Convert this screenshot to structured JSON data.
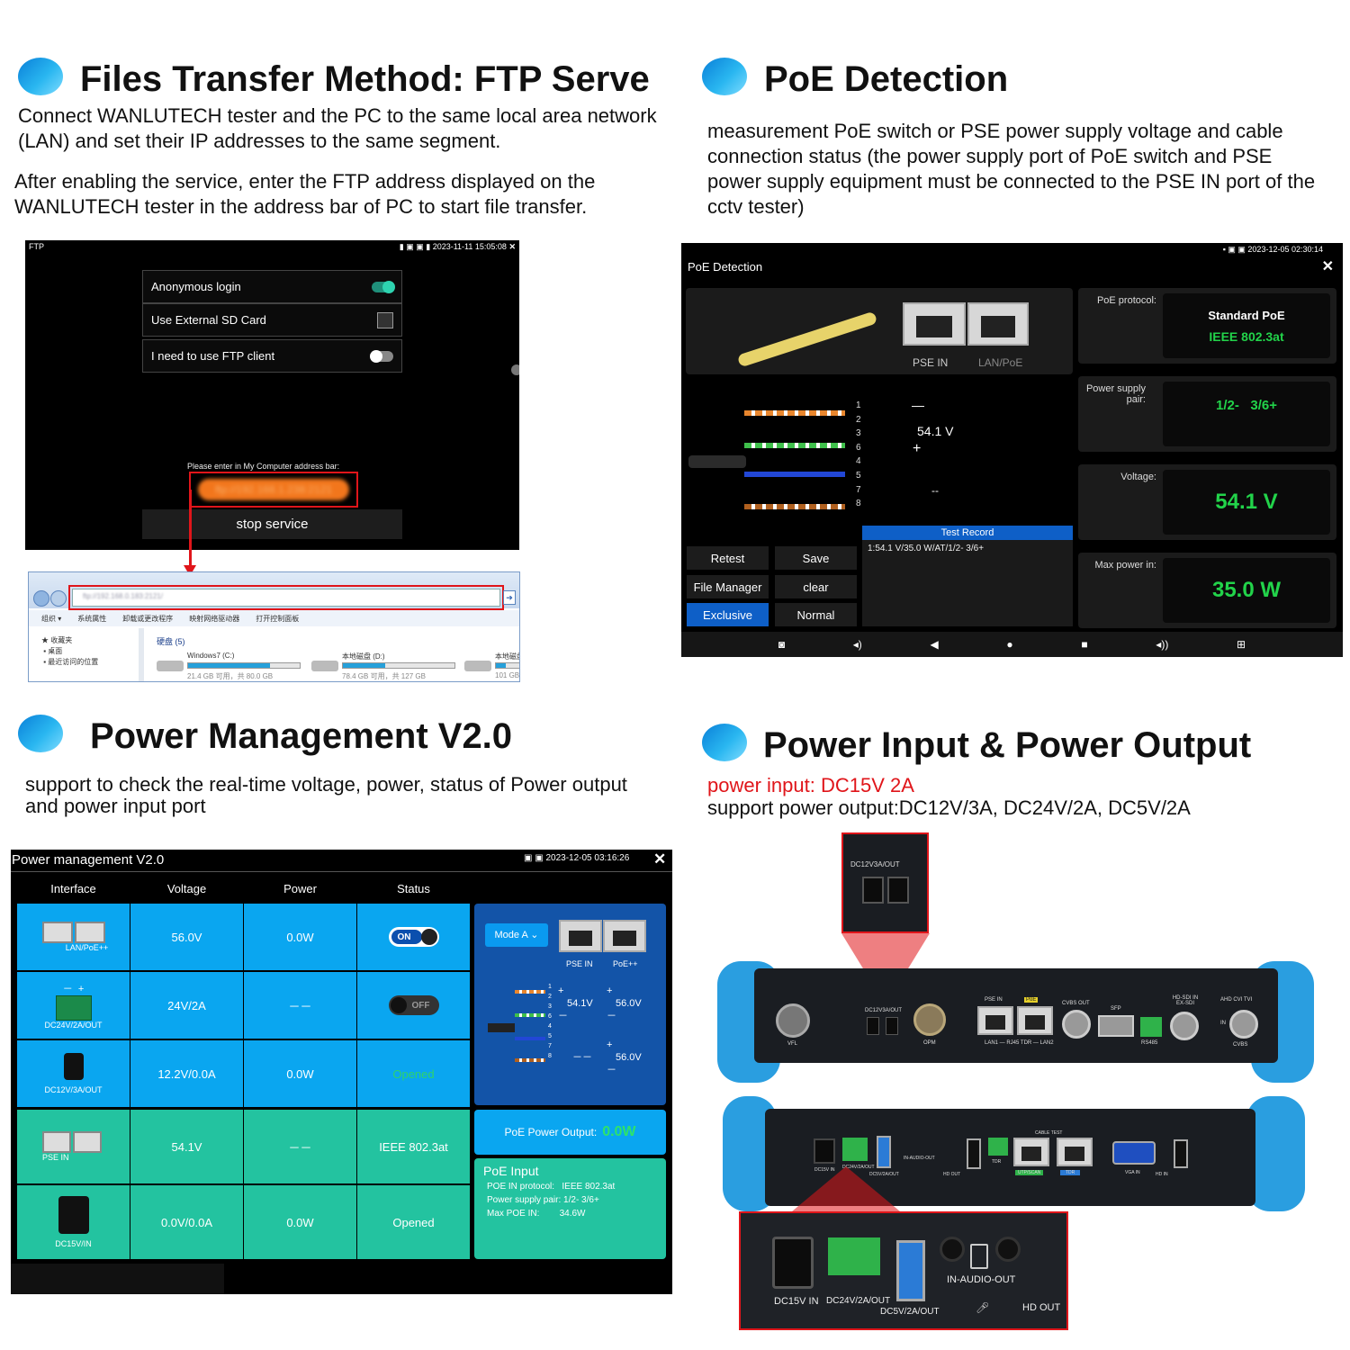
{
  "ftp_section": {
    "title": "Files Transfer Method: FTP Serve",
    "para1": "Connect WANLUTECH tester and the PC to the same local area network (LAN) and set their IP addresses to the same segment.",
    "para2": "After enabling the service, enter the FTP address displayed on the WANLUTECH tester in the address bar of PC to start file transfer.",
    "screen": {
      "title": "FTP",
      "datetime": "2023-11-11 15:05:08",
      "options": [
        {
          "label": "Anonymous login",
          "control": "toggle-on"
        },
        {
          "label": "Use External SD Card",
          "control": "checkbox"
        },
        {
          "label": "I need to use FTP client",
          "control": "toggle-off"
        }
      ],
      "prompt": "Please enter in  My Computer address bar:",
      "address": "ftp://192.168.1.238:2121",
      "stop_button": "stop service"
    },
    "explorer": {
      "address": "ftp://192.168.0.183:2121/",
      "toolbar": [
        "组织 ▾",
        "系统属性",
        "卸载或更改程序",
        "映射网络驱动器",
        "打开控制面板"
      ],
      "nav": [
        "收藏夹",
        "桌面",
        "最近访问的位置"
      ],
      "group": "硬盘 (5)",
      "drives": [
        {
          "name": "Windows7 (C:)",
          "info": "21.4 GB 可用，共 80.0 GB",
          "fill": 0.73
        },
        {
          "name": "本地磁盘 (D:)",
          "info": "78.4 GB 可用，共 127 GB",
          "fill": 0.38
        },
        {
          "name": "本地磁盘",
          "info": "101 GB",
          "fill": 0.3
        }
      ]
    }
  },
  "poe_section": {
    "title": "PoE Detection",
    "para": "measurement PoE switch or PSE power supply voltage and cable connection status (the power supply port of PoE switch and PSE power supply equipment must be connected to the PSE IN port of the cctv tester)",
    "screen": {
      "datetime": "2023-12-05 02:30:14",
      "title": "PoE Detection",
      "port_labels": [
        "PSE IN",
        "LAN/PoE"
      ],
      "pins": [
        "1",
        "2",
        "3",
        "6",
        "4",
        "5",
        "7",
        "8"
      ],
      "minus": "—",
      "voltage_reading": "54.1 V",
      "plus": "+",
      "dash": "--",
      "test_record_title": "Test Record",
      "test_record_entry": "1:54.1 V/35.0 W/AT/1/2-  3/6+",
      "buttons": [
        "Retest",
        "Save",
        "File Manager",
        "clear",
        "Exclusive",
        "Normal"
      ],
      "protocol_label": "PoE protocol:",
      "protocol_value1": "Standard PoE",
      "protocol_value2": "IEEE 802.3at",
      "pair_label": "Power supply pair:",
      "pair_value": "1/2-   3/6+",
      "voltage_label": "Voltage:",
      "voltage_value": "54.1 V",
      "maxpower_label": "Max power in:",
      "maxpower_value": "35.0 W"
    }
  },
  "pm_section": {
    "title": "Power Management V2.0",
    "para": "support to check the real-time voltage, power, status of Power output and power input port",
    "screen": {
      "title": "Power management V2.0",
      "datetime": "2023-12-05 03:16:26",
      "headers": [
        "Interface",
        "Voltage",
        "Power",
        "Status"
      ],
      "rows": [
        {
          "iface": "LAN/PoE++",
          "voltage": "56.0V",
          "power": "0.0W",
          "status": "ON"
        },
        {
          "iface": "DC24V/2A/OUT",
          "voltage": "24V/2A",
          "power": "－－",
          "status": "OFF"
        },
        {
          "iface": "DC12V/3A/OUT",
          "voltage": "12.2V/0.0A",
          "power": "0.0W",
          "status": "Opened"
        },
        {
          "iface": "PSE IN",
          "voltage": "54.1V",
          "power": "－－",
          "status": "IEEE 802.3at"
        },
        {
          "iface": "DC15V/IN",
          "voltage": "0.0V/0.0A",
          "power": "0.0W",
          "status": "Opened"
        }
      ],
      "terminal_signs": "－  +",
      "mode": "Mode A",
      "port_labels": [
        "PSE IN",
        "PoE++"
      ],
      "pins": [
        "1",
        "2",
        "3",
        "6",
        "4",
        "5",
        "7",
        "8"
      ],
      "readings": {
        "v1": "54.1V",
        "v2": "56.0V",
        "v3": "56.0V",
        "dashes": "－－"
      },
      "poe_output_label": "PoE Power Output:",
      "poe_output_value": "0.0W",
      "poe_input_title": "PoE Input",
      "poe_input_lines": [
        {
          "k": "POE IN protocol:",
          "v": "IEEE 802.3at"
        },
        {
          "k": "Power supply pair:",
          "v": "1/2-  3/6+"
        },
        {
          "k": "Max POE IN:",
          "v": "34.6W"
        }
      ]
    }
  },
  "power_io_section": {
    "title": "Power Input & Power Output",
    "line1": "power input: DC15V 2A",
    "line2": "support power output:DC12V/3A, DC24V/2A, DC5V/2A",
    "top_zoom_label": "DC12V3A/OUT",
    "top_panel_labels": [
      "VFL",
      "DC12V3A/OUT",
      "OPM",
      "PSE IN",
      "PoE",
      "LAN1 — RJ45 TDR — LAN2",
      "CVBS OUT",
      "SFP",
      "RS485",
      "HD-SDI IN EX-SDI",
      "AHD CVI TVI",
      "IN",
      "CVBS"
    ],
    "bottom_panel_labels": [
      "DC15V IN",
      "DC24V/2A/OUT",
      "DC5V/2A/OUT",
      "IN-AUDIO-OUT",
      "HD OUT",
      "CABLE TEST",
      "TDR",
      "UTP/SCAN",
      "TDR",
      "VGA IN",
      "HD IN"
    ],
    "zoom_labels": [
      "DC15V IN",
      "DC24V/2A/OUT",
      "DC5V/2A/OUT",
      "IN-AUDIO-OUT",
      "HD OUT"
    ]
  }
}
